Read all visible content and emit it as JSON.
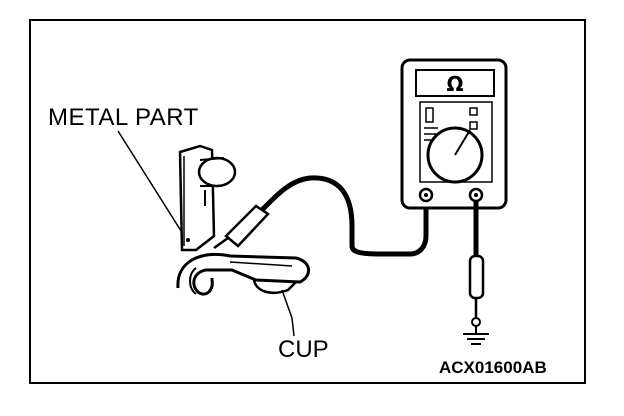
{
  "labels": {
    "metal_part": "METAL PART",
    "cup": "CUP",
    "figure_code": "ACX01600AB"
  },
  "meter": {
    "display_symbol": "Ω"
  },
  "colors": {
    "line": "#000000",
    "background": "#ffffff"
  },
  "icons": [
    "ohmmeter-icon",
    "ground-symbol-icon",
    "probe-icon"
  ]
}
